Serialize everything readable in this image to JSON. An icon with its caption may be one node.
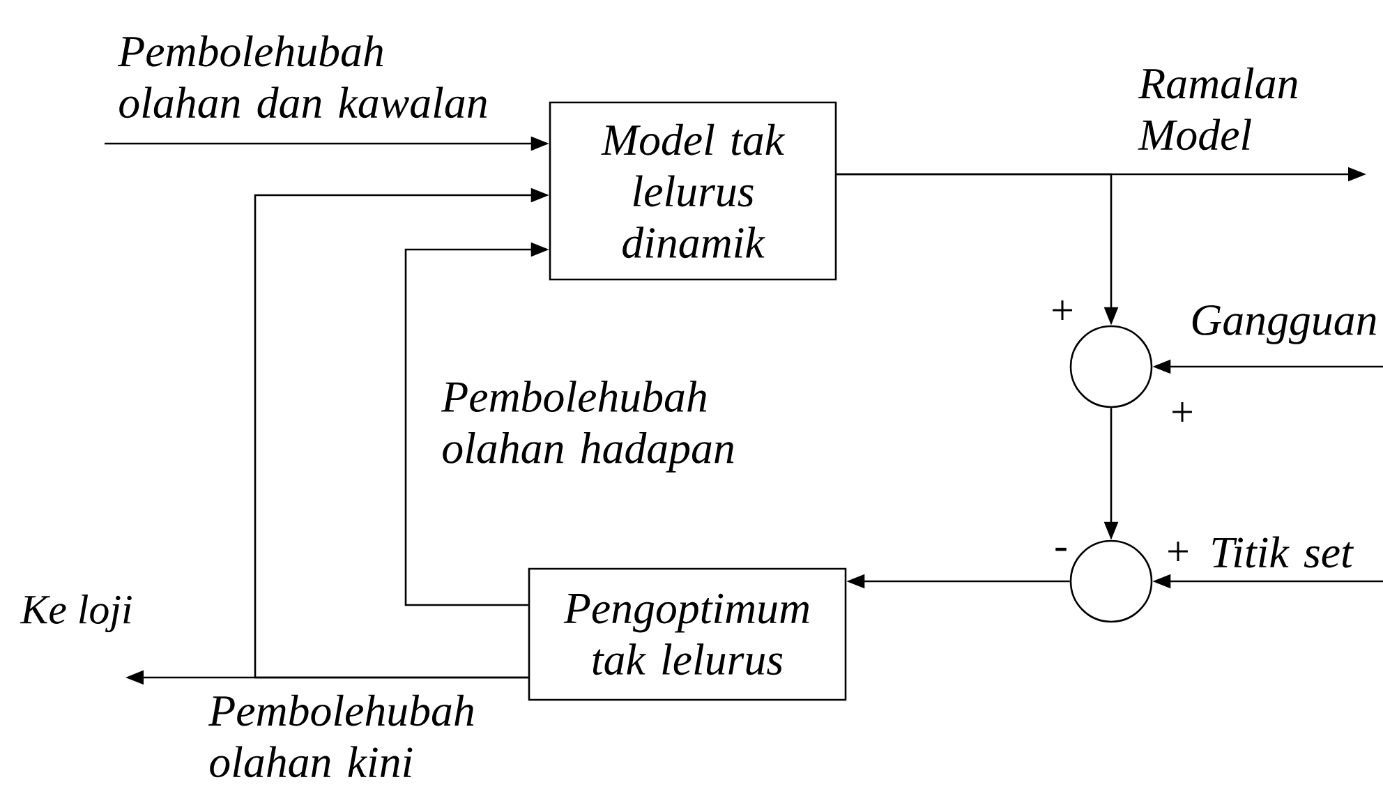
{
  "diagram": {
    "nodes": [
      {
        "text": [
          "Model tak lelurus dinamik"
        ]
      },
      {
        "text": [],
        "shape": "circle"
      },
      {
        "text": [],
        "shape": "circle"
      },
      {
        "text": [
          "Pengoptimum tak lelurus"
        ]
      }
    ],
    "edges": [
      {
        "from": null,
        "to": 0,
        "arrow": "to",
        "label": "Pembolehubah olahan dan kawalan"
      },
      {
        "from": 0,
        "to": null,
        "arrow": "to",
        "label": "Ramalan Model"
      },
      {
        "from": 0,
        "to": 1,
        "arrow": "to"
      },
      {
        "from": null,
        "to": 1,
        "arrow": "to",
        "label": "Gangguan"
      },
      {
        "from": 1,
        "to": 2,
        "arrow": "to"
      },
      {
        "from": null,
        "to": 2,
        "arrow": "to",
        "label": "Titik set"
      },
      {
        "from": 2,
        "to": 3,
        "arrow": "to"
      },
      {
        "from": 3,
        "to": null,
        "arrow": "to",
        "label": "Pembolehubah olahan kini"
      },
      {
        "from": 3,
        "to": 0,
        "arrow": "to"
      },
      {
        "from": 3,
        "to": 0,
        "arrow": "to",
        "label": "Pembolehubah olahan hadapan"
      }
    ],
    "labels": [
      "+",
      "+",
      "-",
      "+",
      "Ke loji"
    ]
  }
}
